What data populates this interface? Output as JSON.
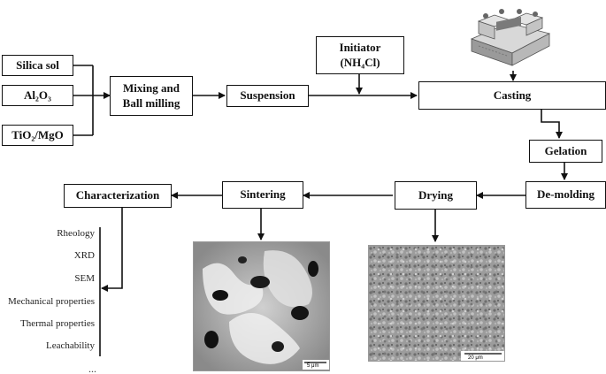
{
  "inputs": {
    "silica_sol": "Silica sol",
    "al2o3": "Al₂O₃",
    "tio2_mgo": "TiO₂/MgO"
  },
  "process": {
    "mixing": "Mixing and",
    "ball_milling": "Ball milling",
    "suspension": "Suspension",
    "initiator": "Initiator",
    "initiator_formula": "(NH₄Cl)",
    "casting": "Casting",
    "gelation": "Gelation",
    "demolding": "De-molding",
    "drying": "Drying",
    "sintering": "Sintering",
    "characterization": "Characterization"
  },
  "characterization_methods": [
    "Rheology",
    "XRD",
    "SEM",
    "Mechanical properties",
    "Thermal properties",
    "Leachability"
  ],
  "ellipsis": "...",
  "micrographs": {
    "sintered_scale": "5 μm",
    "dried_scale": "20 μm"
  }
}
